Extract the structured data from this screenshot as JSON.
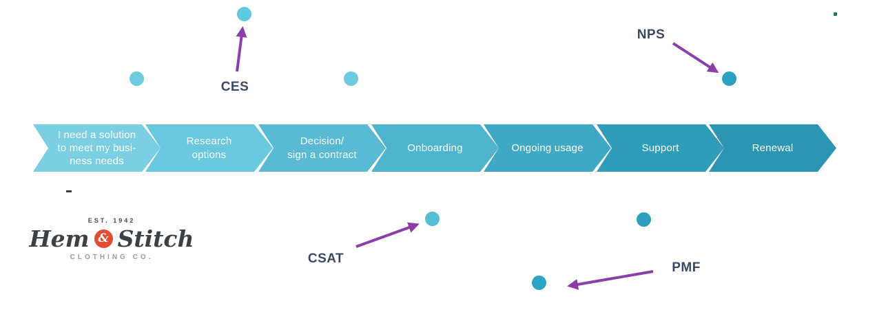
{
  "diagram": {
    "type": "customer-journey-map",
    "stages": [
      {
        "label": "I need a solution\nto meet my busi-\nness needs",
        "color": "#7BCFE2"
      },
      {
        "label": "Research\noptions",
        "color": "#69C8DE"
      },
      {
        "label": "Decision/\nsign a contract",
        "color": "#59BAD4"
      },
      {
        "label": "Onboarding",
        "color": "#4FB4CE"
      },
      {
        "label": "Ongoing usage",
        "color": "#3FA9C5"
      },
      {
        "label": "Support",
        "color": "#2F9CBA"
      },
      {
        "label": "Renewal",
        "color": "#2B95B3"
      }
    ],
    "metrics": [
      {
        "label": "CES"
      },
      {
        "label": "NPS"
      },
      {
        "label": "CSAT"
      },
      {
        "label": "PMF"
      }
    ],
    "dots": [
      {
        "color": "#6FCBE0"
      },
      {
        "color": "#5EC8DE"
      },
      {
        "color": "#6BCADF"
      },
      {
        "color": "#2BA0BF"
      },
      {
        "color": "#55BDD6"
      },
      {
        "color": "#2C9FBD"
      },
      {
        "color": "#2AA6C4"
      }
    ]
  },
  "logo": {
    "established": "EST. 1942",
    "name_left": "Hem",
    "ampersand": "&",
    "name_right": "Stitch",
    "subtitle": "CLOTHING CO."
  },
  "colors": {
    "arrow_purple": "#8C3DA8",
    "label_navy": "#3A4961",
    "stage_text": "#FFFFFF",
    "logo_orange": "#E24C32",
    "logo_text": "#3B4045"
  }
}
